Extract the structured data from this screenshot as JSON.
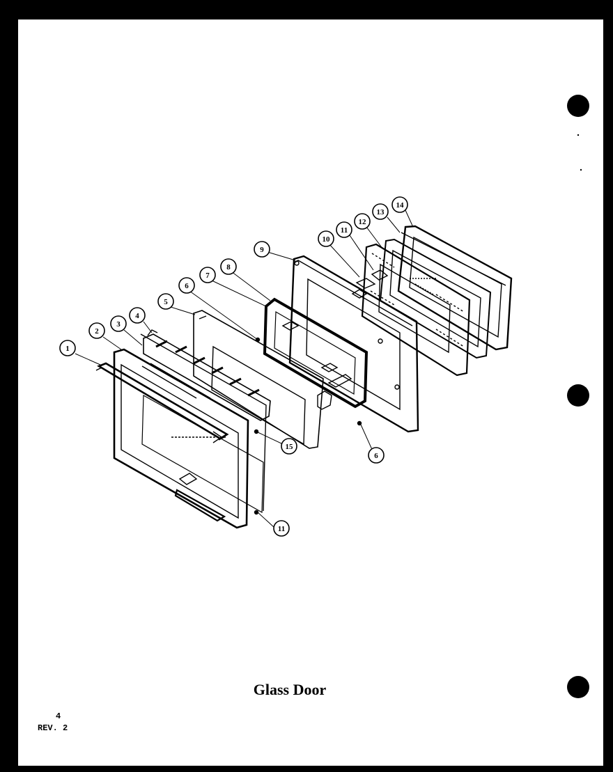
{
  "page": {
    "title": "Glass Door",
    "page_number": "4",
    "revision": "REV. 2"
  },
  "callouts": [
    "1",
    "2",
    "3",
    "4",
    "5",
    "6",
    "7",
    "8",
    "9",
    "10",
    "11",
    "12",
    "13",
    "14",
    "15",
    "6",
    "11"
  ]
}
